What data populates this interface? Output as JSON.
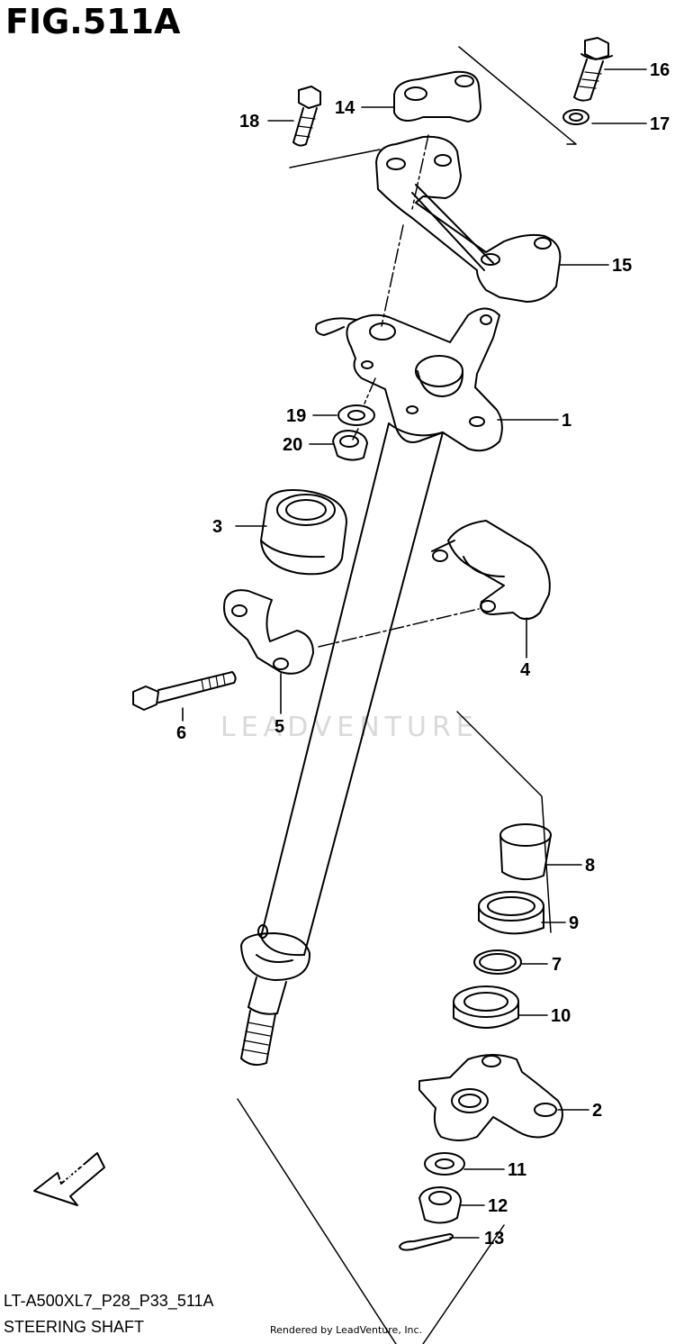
{
  "figure": {
    "title": "FIG.511A",
    "code": "LT-A500XL7_P28_P33_511A",
    "name": "STEERING SHAFT",
    "rendered_by": "Rendered by LeadVenture, Inc.",
    "watermark": "LEADVENTURE",
    "fwd_label": "FWD"
  },
  "callouts": [
    {
      "id": "1",
      "label": "1"
    },
    {
      "id": "2",
      "label": "2"
    },
    {
      "id": "3",
      "label": "3"
    },
    {
      "id": "4",
      "label": "4"
    },
    {
      "id": "5",
      "label": "5"
    },
    {
      "id": "6",
      "label": "6"
    },
    {
      "id": "7",
      "label": "7"
    },
    {
      "id": "8",
      "label": "8"
    },
    {
      "id": "9",
      "label": "9"
    },
    {
      "id": "10",
      "label": "10"
    },
    {
      "id": "11",
      "label": "11"
    },
    {
      "id": "12",
      "label": "12"
    },
    {
      "id": "13",
      "label": "13"
    },
    {
      "id": "14",
      "label": "14"
    },
    {
      "id": "15",
      "label": "15"
    },
    {
      "id": "16",
      "label": "16"
    },
    {
      "id": "17",
      "label": "17"
    },
    {
      "id": "18",
      "label": "18"
    },
    {
      "id": "19",
      "label": "19"
    },
    {
      "id": "20",
      "label": "20"
    }
  ]
}
